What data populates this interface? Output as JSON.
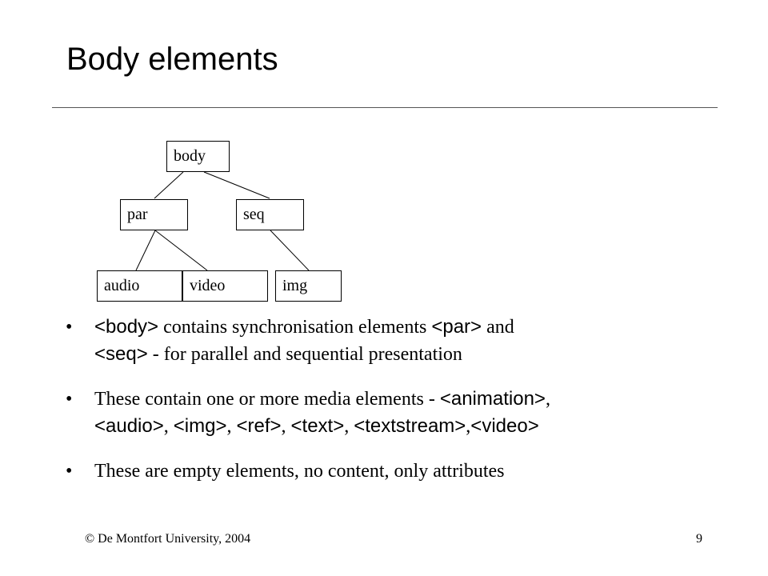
{
  "slide": {
    "title": "Body elements",
    "tree": {
      "root": "body",
      "level1": [
        "par",
        "seq"
      ],
      "level2": [
        "audio",
        "video",
        "img"
      ]
    },
    "bullet_char": "•",
    "bullets": [
      {
        "parts": [
          "<body>",
          " contains synchronisation elements ",
          "<par>",
          " and ",
          "<seq>",
          " - for parallel and sequential presentation"
        ]
      },
      {
        "parts": [
          "These contain one or more media elements - ",
          "<animation>",
          ", ",
          "<audio>",
          ", ",
          "<img>",
          ", ",
          "<ref>",
          ", ",
          "<text>",
          ", ",
          "<textstream>",
          ",",
          "<video>"
        ]
      },
      {
        "parts": [
          "These are empty elements, no content, only attributes"
        ]
      }
    ],
    "footer_left": "© De Montfort University, 2004",
    "footer_right": "9"
  }
}
